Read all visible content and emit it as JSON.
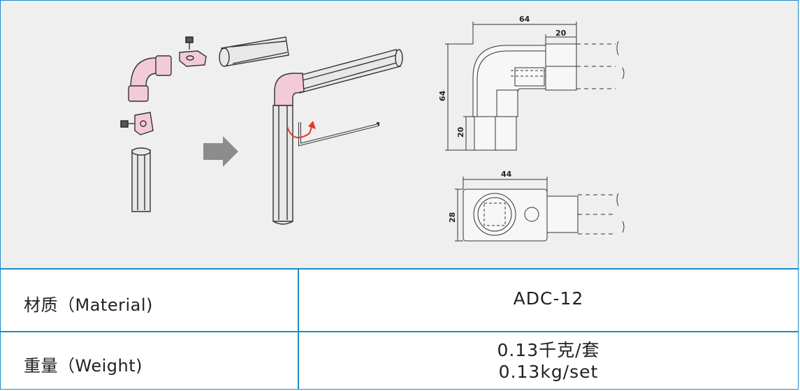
{
  "drawing": {
    "dimensions": {
      "width_top": "64",
      "width_top_inner": "20",
      "height_side": "64",
      "height_side_inner": "20",
      "width_bottom": "44",
      "height_bottom": "28"
    }
  },
  "specs": {
    "material_label": "材质（Material)",
    "material_value": "ADC-12",
    "weight_label": "重量（Weight)",
    "weight_value_cn": "0.13千克/套",
    "weight_value_en": "0.13kg/set"
  },
  "colors": {
    "border": "#1a8cc8",
    "figure_bg": "#efefef",
    "part_pink": "#f2cbd6",
    "rotate_arrow": "#e23a2a"
  }
}
